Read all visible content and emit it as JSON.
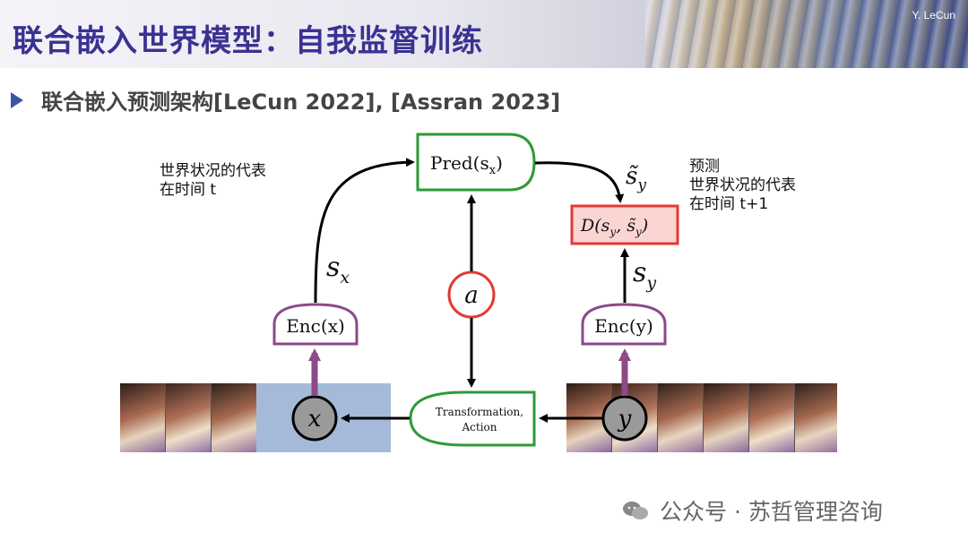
{
  "header": {
    "title": "联合嵌入世界模型：自我监督训练",
    "author": "Y. LeCun"
  },
  "bullet": {
    "text": "联合嵌入预测架构[LeCun 2022], [Assran 2023]"
  },
  "notes": {
    "left_line1": "世界状况的代表",
    "left_line2": "在时间 t",
    "right_line1": "预测",
    "right_line2": "世界状况的代表",
    "right_line3": "在时间 t+1"
  },
  "diagram": {
    "pred_label": "Pred(s",
    "pred_sub": "x",
    "pred_close": ")",
    "d_label": "D(s",
    "d_sub1": "y",
    "d_mid": ", s̃",
    "d_sub2": "y",
    "d_close": ")",
    "s_tilde": "s̃",
    "s_tilde_sub": "y",
    "sx": "s",
    "sx_sub": "x",
    "sy": "s",
    "sy_sub": "y",
    "a": "a",
    "enc_x": "Enc(x)",
    "enc_y": "Enc(y)",
    "x": "x",
    "y": "y",
    "transform_line1": "Transformation,",
    "transform_line2": "Action"
  },
  "watermark": {
    "text": "公众号 · 苏哲管理咨询",
    "icon": "wechat-icon"
  },
  "colors": {
    "title": "#3a3291",
    "green_box": "#2e9a36",
    "red_box": "#e03a32",
    "purple_enc": "#8c4a87",
    "blue_panel": "#a5bad9"
  }
}
